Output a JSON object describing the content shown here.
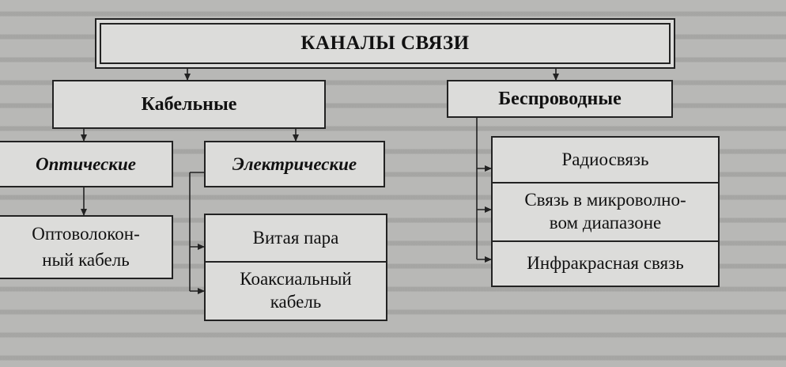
{
  "root": {
    "title": "КАНАЛЫ СВЯЗИ"
  },
  "cable": {
    "title": "Кабельные",
    "optical": {
      "title": "Оптические",
      "items": [
        "Оптоволокон-",
        "ный кабель"
      ]
    },
    "electrical": {
      "title": "Электрические",
      "items": [
        {
          "line1": "Витая пара",
          "line2": ""
        },
        {
          "line1": "Коаксиальный",
          "line2": "кабель"
        }
      ]
    }
  },
  "wireless": {
    "title": "Беспроводные",
    "items": [
      {
        "line1": "Радиосвязь",
        "line2": ""
      },
      {
        "line1": "Связь в микроволно-",
        "line2": "вом диапазоне"
      },
      {
        "line1": "Инфракрасная связь",
        "line2": ""
      }
    ]
  }
}
